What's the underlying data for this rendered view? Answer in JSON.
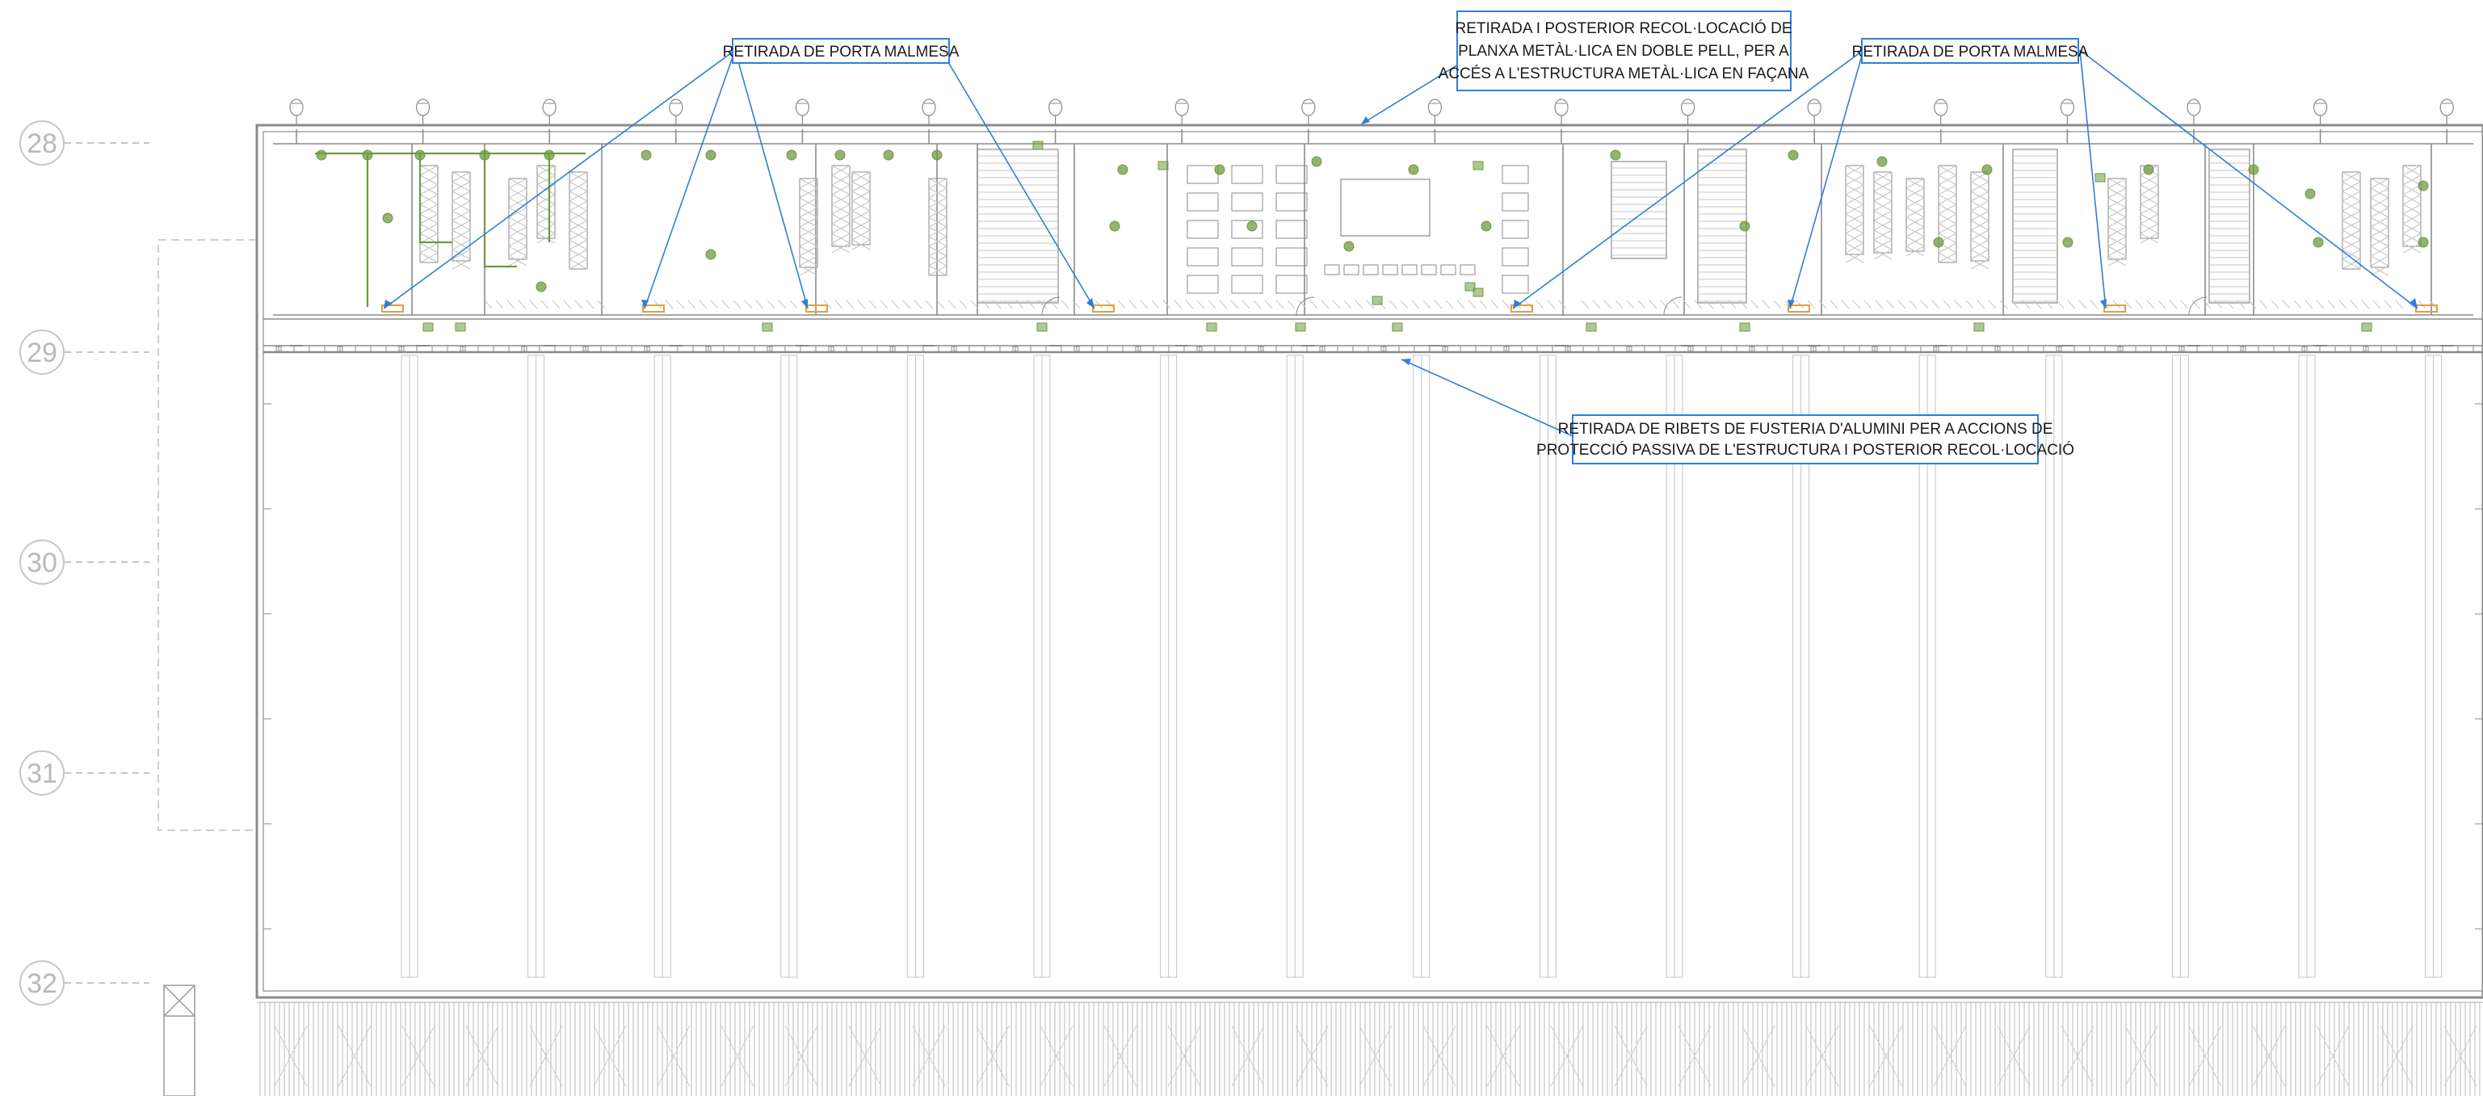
{
  "grid_lines": [
    {
      "id": "28",
      "label": "28"
    },
    {
      "id": "29",
      "label": "29"
    },
    {
      "id": "30",
      "label": "30"
    },
    {
      "id": "31",
      "label": "31"
    },
    {
      "id": "32",
      "label": "32"
    }
  ],
  "callouts": [
    {
      "id": "porta-left",
      "lines": [
        "RETIRADA DE PORTA MALMESA"
      ]
    },
    {
      "id": "planxa",
      "lines": [
        "RETIRADA I POSTERIOR RECOL·LOCACIÓ DE",
        "PLANXA METÀL·LICA EN DOBLE PELL, PER A",
        "ACCÉS A L'ESTRUCTURA METÀL·LICA EN FAÇANA"
      ]
    },
    {
      "id": "porta-right",
      "lines": [
        "RETIRADA DE PORTA MALMESA"
      ]
    },
    {
      "id": "ribets",
      "lines": [
        "RETIRADA DE RIBETS DE FUSTERIA D'ALUMINI PER A ACCIONS DE",
        "PROTECCIÓ PASSIVA DE L'ESTRUCTURA I POSTERIOR RECOL·LOCACIÓ"
      ]
    }
  ],
  "colors": {
    "linework": "#8a8a8a",
    "linework_light": "#c4c4c4",
    "accent_green": "#6f9a3e",
    "annotation_blue": "#2f7fd6",
    "door_orange": "#e0a040"
  }
}
